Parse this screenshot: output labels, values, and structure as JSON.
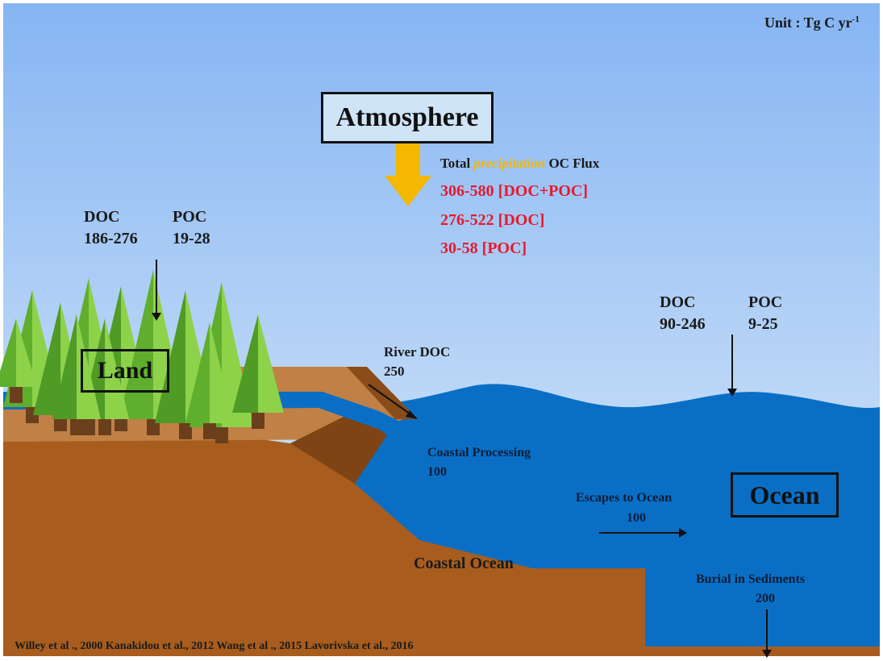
{
  "unit": {
    "text": "Unit : Tg C yr",
    "sup": "-1"
  },
  "atmosphere": {
    "label": "Atmosphere"
  },
  "precipitation_flux": {
    "title_pre": "Total ",
    "title_highlight": "precipitation",
    "title_post": " OC Flux",
    "total": "306-580 [DOC+POC]",
    "doc": "276-522 [DOC]",
    "poc": "30-58 [POC]"
  },
  "land": {
    "label": "Land",
    "doc_label": "DOC",
    "doc_value": "186-276",
    "poc_label": "POC",
    "poc_value": "19-28"
  },
  "ocean": {
    "label": "Ocean",
    "doc_label": "DOC",
    "doc_value": "90-246",
    "poc_label": "POC",
    "poc_value": "9-25"
  },
  "river": {
    "label": "River DOC",
    "value": "250"
  },
  "coastal_processing": {
    "label": "Coastal Processing",
    "value": "100"
  },
  "escapes": {
    "label": "Escapes to Ocean",
    "value": "100"
  },
  "coastal_ocean": {
    "label": "Coastal Ocean"
  },
  "burial": {
    "label": "Burial in Sediments",
    "value": "200"
  },
  "citation": "Willey et al ., 2000 Kanakidou et al., 2012 Wang et al ., 2015 Lavorivska et al., 2016",
  "colors": {
    "sky_top": "#8ab9f4",
    "sky_bottom": "#dcebf9",
    "ocean": "#0a6fc4",
    "soil": "#a85d1e",
    "soil_top": "#b8773b",
    "arrow": "#f5b800",
    "tree_light": "#8ed24a",
    "tree_dark": "#4f9b26"
  }
}
